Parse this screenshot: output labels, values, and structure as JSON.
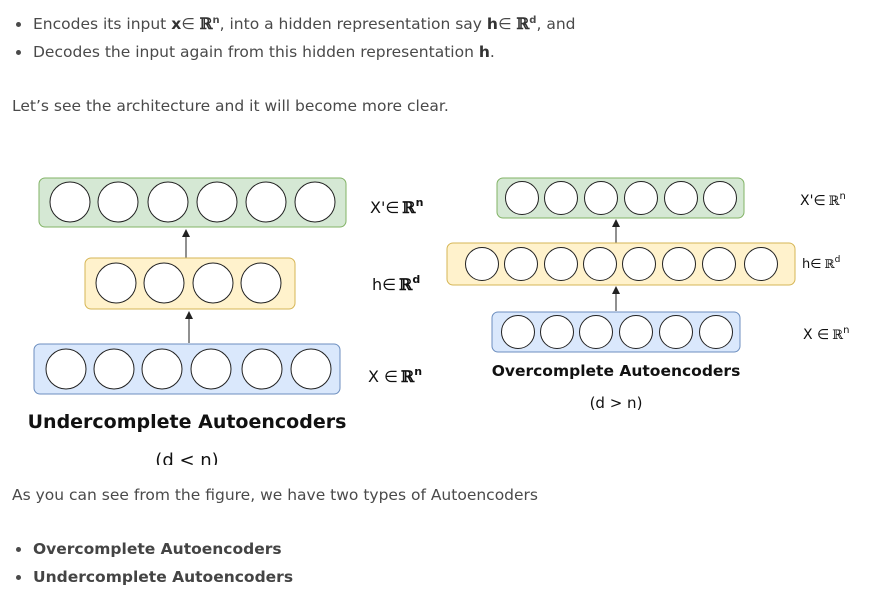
{
  "intro_bullets": [
    {
      "pre": "Encodes its input ",
      "var1": "x",
      "elem1": "∈ ",
      "set1": "ℝ",
      "sup1": "n",
      "mid": ", into a hidden representation say ",
      "var2": "h",
      "elem2": "∈ ",
      "set2": "ℝ",
      "sup2": "d",
      "post": ", and"
    },
    {
      "pre": "Decodes the input again from this hidden representation ",
      "var": "h",
      "post": "."
    }
  ],
  "architecture_text": "Let’s see the architecture and it will become more clear.",
  "figure": {
    "undercomplete": {
      "label_top": "X'∈",
      "label_top_set": "ℝ",
      "label_top_sup": "n",
      "label_mid": "h∈",
      "label_mid_set": "ℝ",
      "label_mid_sup": "d",
      "label_bot": "X ∈",
      "label_bot_set": "ℝ",
      "label_bot_sup": "n",
      "title": "Undercomplete Autoencoders",
      "condition": "(d < n)",
      "layers": {
        "output_units": 6,
        "hidden_units": 4,
        "input_units": 6
      }
    },
    "overcomplete": {
      "label_top": "X'∈",
      "label_top_set": "ℝ",
      "label_top_sup": "n",
      "label_mid": "h∈",
      "label_mid_set": "ℝ",
      "label_mid_sup": "d",
      "label_bot": "X ∈",
      "label_bot_set": "ℝ",
      "label_bot_sup": "n",
      "title": "Overcomplete Autoencoders",
      "condition": "(d > n)",
      "layers": {
        "output_units": 6,
        "hidden_units": 8,
        "input_units": 6
      }
    },
    "colors": {
      "output_fill": "#d5e8d4",
      "output_stroke": "#82b366",
      "hidden_fill": "#fff2cc",
      "hidden_stroke": "#d6b656",
      "input_fill": "#dae8fc",
      "input_stroke": "#6c8ebf"
    }
  },
  "types_text": "As you can see from the figure, we have two types of Autoencoders",
  "types": [
    "Overcomplete Autoencoders",
    "Undercomplete Autoencoders"
  ]
}
